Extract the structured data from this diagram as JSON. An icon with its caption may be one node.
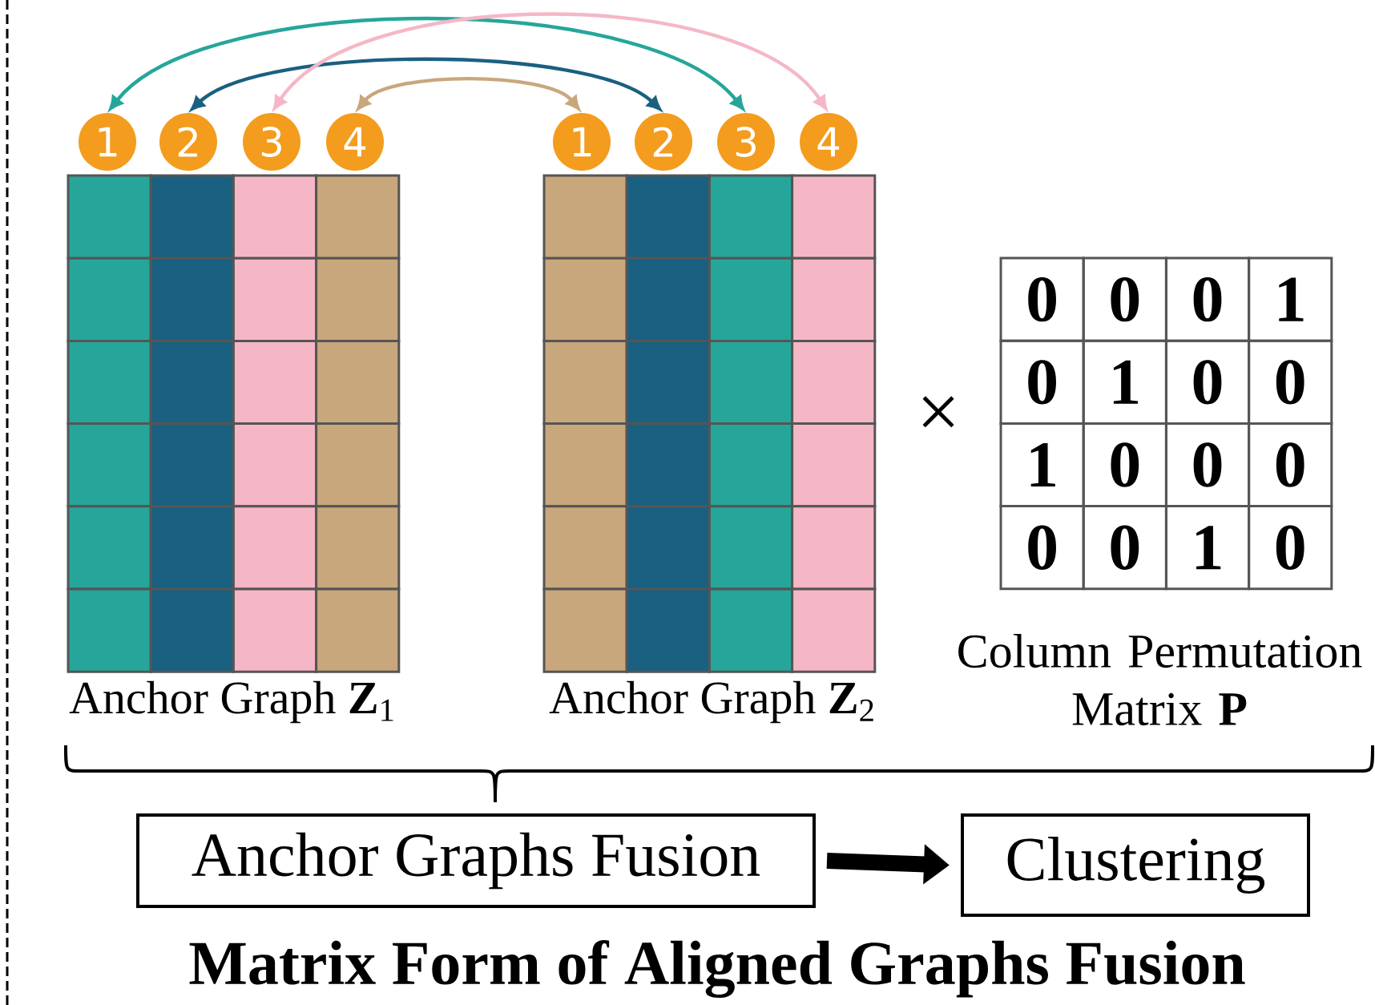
{
  "diagram": {
    "title": "Matrix Form of Aligned Graphs Fusion",
    "nodes": [
      {
        "text": [
          "1"
        ]
      },
      {
        "text": [
          "2"
        ]
      },
      {
        "text": [
          "3"
        ]
      },
      {
        "text": [
          "4"
        ]
      },
      {
        "text": [
          "1"
        ]
      },
      {
        "text": [
          "2"
        ]
      },
      {
        "text": [
          "3"
        ]
      },
      {
        "text": [
          "4"
        ]
      },
      {
        "text": [
          "Anchor Graph **Z**$_{1}$"
        ]
      },
      {
        "text": [
          "Anchor Graph **Z**$_{2}$"
        ]
      },
      {
        "text": [
          "Column Permutation Matrix **P**"
        ]
      },
      {
        "text": [
          "Anchor Graphs Fusion"
        ]
      },
      {
        "text": [
          "Clustering"
        ]
      }
    ],
    "edges": [
      {
        "from": 0,
        "to": 6,
        "arrow": "both",
        "color": "#26a69a"
      },
      {
        "from": 1,
        "to": 5,
        "arrow": "both",
        "color": "#1a6080"
      },
      {
        "from": 2,
        "to": 7,
        "arrow": "both",
        "color": "#f5b7c6"
      },
      {
        "from": 3,
        "to": 4,
        "arrow": "both",
        "color": "#c9a77c"
      },
      {
        "from": 11,
        "to": 12,
        "arrow": "to",
        "style": "thick",
        "color": "#000000"
      }
    ],
    "labels": [
      "×",
      "0",
      "0",
      "0",
      "1",
      "0",
      "1",
      "0",
      "0",
      "1",
      "0",
      "0",
      "0",
      "0",
      "0",
      "1",
      "0"
    ]
  }
}
